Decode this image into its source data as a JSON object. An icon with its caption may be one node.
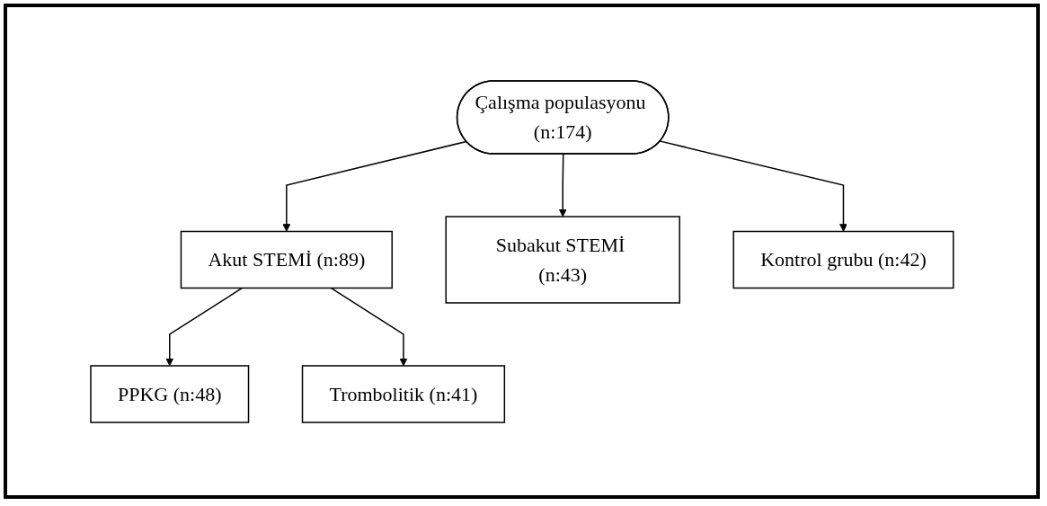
{
  "diagram": {
    "nodes": [
      {
        "text": [
          "Çalışma populasyonu (n:174)"
        ]
      },
      {
        "text": [
          "Akut STEMİ (n:89)"
        ]
      },
      {
        "text": [
          "Subakut STEMİ (n:43)"
        ]
      },
      {
        "text": [
          "Kontrol grubu (n:42)"
        ]
      },
      {
        "text": [
          "PPKG (n:48)"
        ]
      },
      {
        "text": [
          "Trombolitik (n:41)"
        ]
      }
    ],
    "edges": [
      {
        "from": 0,
        "to": 1,
        "arrow": "to"
      },
      {
        "from": 0,
        "to": 2,
        "arrow": "to"
      },
      {
        "from": 0,
        "to": 3,
        "arrow": "to"
      },
      {
        "from": 1,
        "to": 4,
        "arrow": "to"
      },
      {
        "from": 1,
        "to": 5,
        "arrow": "to"
      }
    ]
  }
}
